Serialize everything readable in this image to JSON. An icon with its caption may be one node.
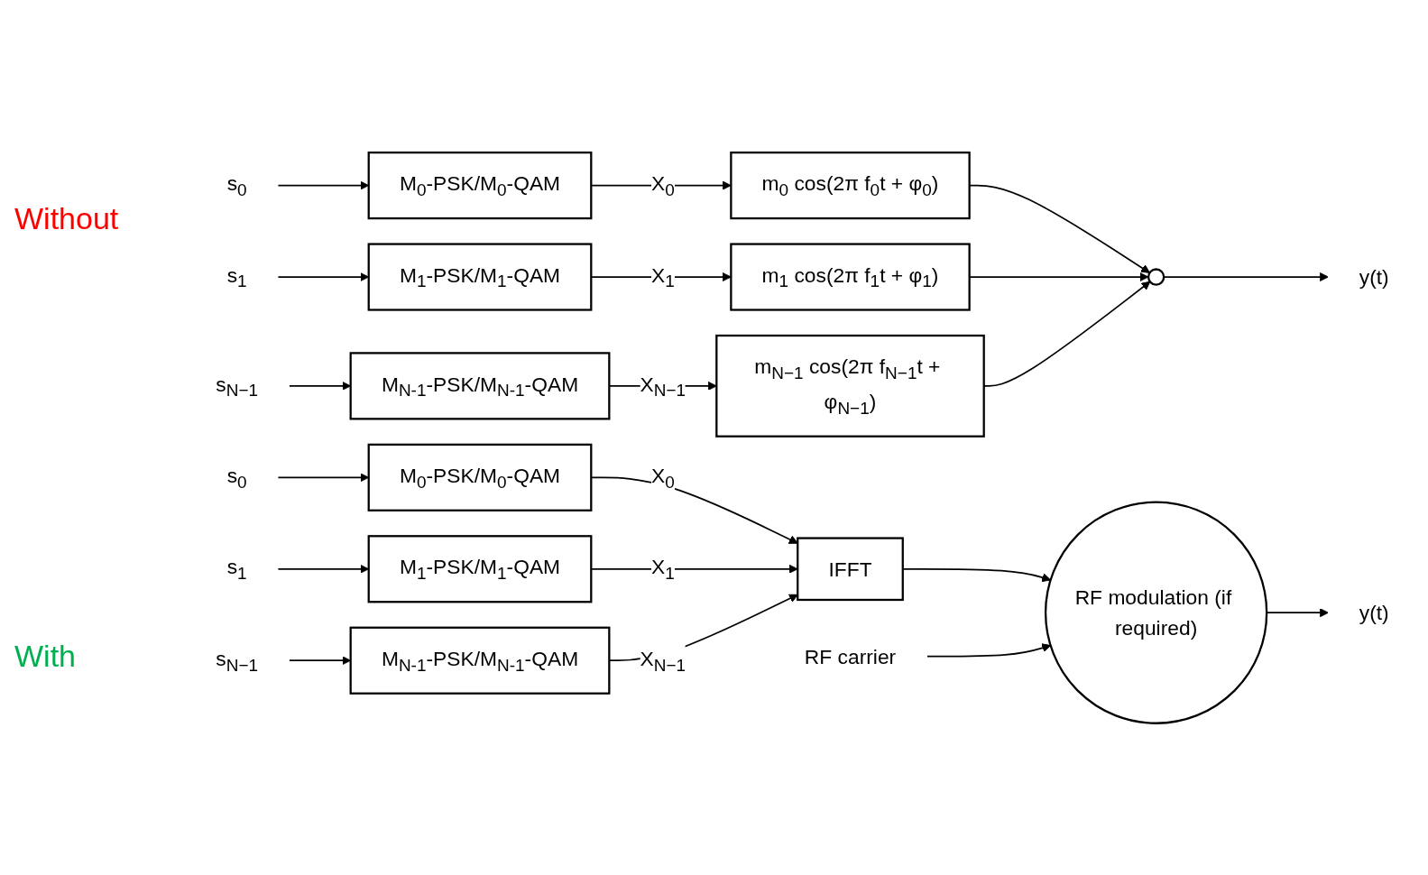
{
  "diagram": {
    "nodes": [
      {
        "text": [
          "s$_{0}$"
        ]
      },
      {
        "text": [
          "M$_{0}$-PSK/M$_{0}$-QAM"
        ]
      },
      {
        "text": [
          "m$_{0}$ cos(2π f$_{0}$t + φ$_{0}$)"
        ]
      },
      {
        "text": [
          "s$_{1}$"
        ]
      },
      {
        "text": [
          "M$_{1}$-PSK/M$_{1}$-QAM"
        ]
      },
      {
        "text": [
          "m$_{1}$ cos(2π f$_{1}$t + φ$_{1}$)"
        ]
      },
      {
        "text": [
          "s$_{N−1}$"
        ]
      },
      {
        "text": [
          "M$_{N-1}$-PSK/M$_{N-1}$-QAM"
        ]
      },
      {
        "text": [
          "m$_{N−1}$ cos(2π f$_{N−1}$t + φ$_{N−1}$)"
        ]
      },
      {
        "text": [],
        "shape": "circle"
      },
      {
        "text": [
          "y(t)"
        ]
      },
      {
        "text": [
          "s$_{0}$"
        ]
      },
      {
        "text": [
          "M$_{0}$-PSK/M$_{0}$-QAM"
        ]
      },
      {
        "text": [
          "s$_{1}$"
        ]
      },
      {
        "text": [
          "M$_{1}$-PSK/M$_{1}$-QAM"
        ]
      },
      {
        "text": [
          "s$_{N−1}$"
        ]
      },
      {
        "text": [
          "M$_{N-1}$-PSK/M$_{N-1}$-QAM"
        ]
      },
      {
        "text": [
          "IFFT"
        ]
      },
      {
        "text": [
          "RF modulation (if required)"
        ]
      },
      {
        "text": [
          "y(t)"
        ]
      },
      {
        "text": [
          "RF carrier"
        ]
      }
    ],
    "edges": [
      {
        "from": 0,
        "to": 1,
        "arrow": "to"
      },
      {
        "from": 1,
        "to": 2,
        "arrow": "to",
        "label": "X$_{0}$"
      },
      {
        "from": 3,
        "to": 4,
        "arrow": "to"
      },
      {
        "from": 4,
        "to": 5,
        "arrow": "to",
        "label": "X$_{1}$"
      },
      {
        "from": 6,
        "to": 7,
        "arrow": "to"
      },
      {
        "from": 7,
        "to": 8,
        "arrow": "to",
        "label": "X$_{N−1}$"
      },
      {
        "from": 2,
        "to": 9,
        "arrow": "to"
      },
      {
        "from": 5,
        "to": 9,
        "arrow": "to"
      },
      {
        "from": 8,
        "to": 9,
        "arrow": "to"
      },
      {
        "from": 9,
        "to": 10,
        "arrow": "to"
      },
      {
        "from": 11,
        "to": 12,
        "arrow": "to"
      },
      {
        "from": 12,
        "to": 17,
        "arrow": "to",
        "label": "X$_{0}$"
      },
      {
        "from": 13,
        "to": 14,
        "arrow": "to"
      },
      {
        "from": 14,
        "to": 17,
        "arrow": "to",
        "label": "X$_{1}$"
      },
      {
        "from": 15,
        "to": 16,
        "arrow": "to"
      },
      {
        "from": 16,
        "to": 17,
        "arrow": "to",
        "label": "X$_{N−1}$"
      },
      {
        "from": 17,
        "to": 18,
        "arrow": "to"
      },
      {
        "from": 18,
        "to": 19,
        "arrow": "to"
      },
      {
        "from": 20,
        "to": 18,
        "arrow": "to"
      }
    ],
    "labels": [
      "Without",
      "With"
    ]
  }
}
